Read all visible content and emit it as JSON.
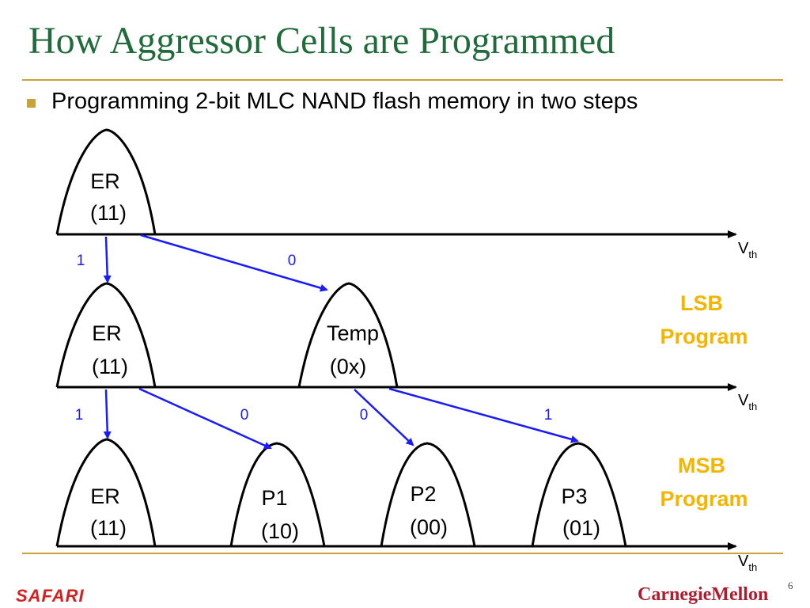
{
  "slide": {
    "title": "How Aggressor Cells are Programmed",
    "bullet": "Programming 2-bit MLC NAND flash memory in two steps",
    "page_number": "6",
    "footer_left": "SAFARI",
    "footer_right": "CarnegieMellon"
  },
  "colors": {
    "title": "#1f6b3a",
    "rule": "#c9a23a",
    "arrow": "#1a1aff",
    "step_label": "#f5b400",
    "safari": "#d42020",
    "cmu": "#b01c2e"
  },
  "axis_label": {
    "main": "V",
    "sub": "th"
  },
  "rows": [
    {
      "states": [
        {
          "name": "ER",
          "bits": "(11)"
        }
      ]
    },
    {
      "step_label_line1": "LSB",
      "step_label_line2": "Program",
      "states": [
        {
          "name": "ER",
          "bits": "(11)"
        },
        {
          "name": "Temp",
          "bits": "(0x)"
        }
      ]
    },
    {
      "step_label_line1": "MSB",
      "step_label_line2": "Program",
      "states": [
        {
          "name": "ER",
          "bits": "(11)"
        },
        {
          "name": "P1",
          "bits": "(10)"
        },
        {
          "name": "P2",
          "bits": "(00)"
        },
        {
          "name": "P3",
          "bits": "(01)"
        }
      ]
    }
  ],
  "arrows": [
    {
      "label": "1",
      "from": "row0-ER",
      "to": "row1-ER"
    },
    {
      "label": "0",
      "from": "row0-ER",
      "to": "row1-Temp"
    },
    {
      "label": "1",
      "from": "row1-ER",
      "to": "row2-ER"
    },
    {
      "label": "0",
      "from": "row1-ER",
      "to": "row2-P1"
    },
    {
      "label": "0",
      "from": "row1-Temp",
      "to": "row2-P2"
    },
    {
      "label": "1",
      "from": "row1-Temp",
      "to": "row2-P3"
    }
  ]
}
